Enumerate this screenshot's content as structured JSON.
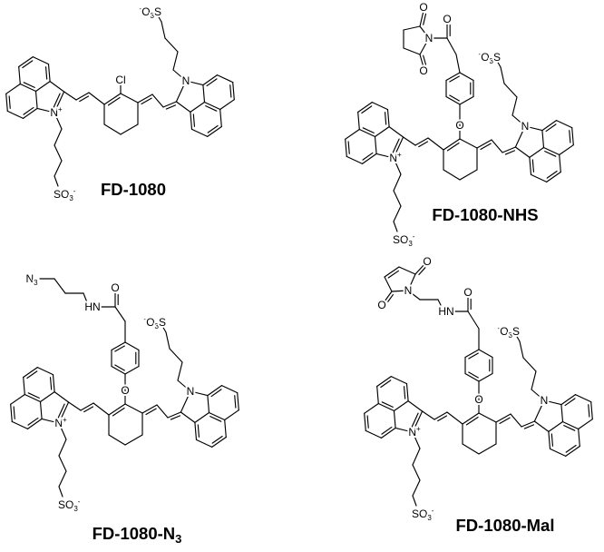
{
  "colors": {
    "line": "#000000",
    "background": "#ffffff"
  },
  "compounds": [
    {
      "name": "FD-1080",
      "name_sub": "",
      "meso_substituent": "Cl"
    },
    {
      "name": "FD-1080-NHS",
      "name_sub": "",
      "meso_substituent": "O"
    },
    {
      "name": "FD-1080-N",
      "name_sub": "3",
      "meso_substituent": "O"
    },
    {
      "name": "FD-1080-Mal",
      "name_sub": "",
      "meso_substituent": "O"
    }
  ],
  "atoms": {
    "indolium_n": "N",
    "plus": "+",
    "indole_n": "N",
    "sulfonate": "SO",
    "three": "3",
    "minus": "-",
    "oxygen": "O",
    "sulfur": "S",
    "nitrogen": "N",
    "amide_nh": "HN",
    "azide_n": "N"
  }
}
